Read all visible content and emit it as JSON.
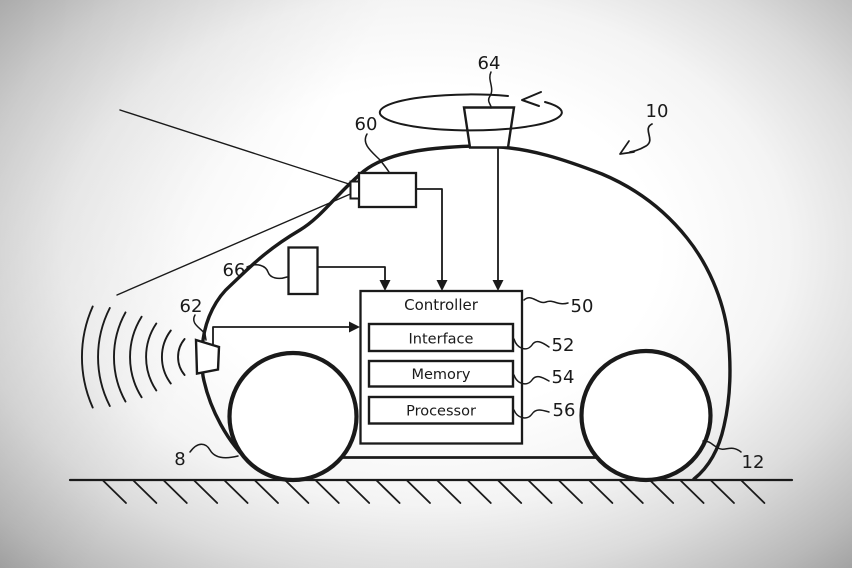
{
  "figure": {
    "reference_labels": {
      "vehicle": "10",
      "front_wheel": "8",
      "rear_wheel": "12",
      "lidar": "64",
      "camera": "60",
      "secondary_sensor": "66",
      "sonar": "62",
      "controller": "50",
      "interface": "52",
      "memory": "54",
      "processor": "56"
    },
    "controller_box": {
      "title": "Controller",
      "modules": [
        "Interface",
        "Memory",
        "Processor"
      ]
    },
    "colors": {
      "ink": "#1a1a1a",
      "background_center": "#ffffff",
      "background_edge": "#989898"
    }
  }
}
